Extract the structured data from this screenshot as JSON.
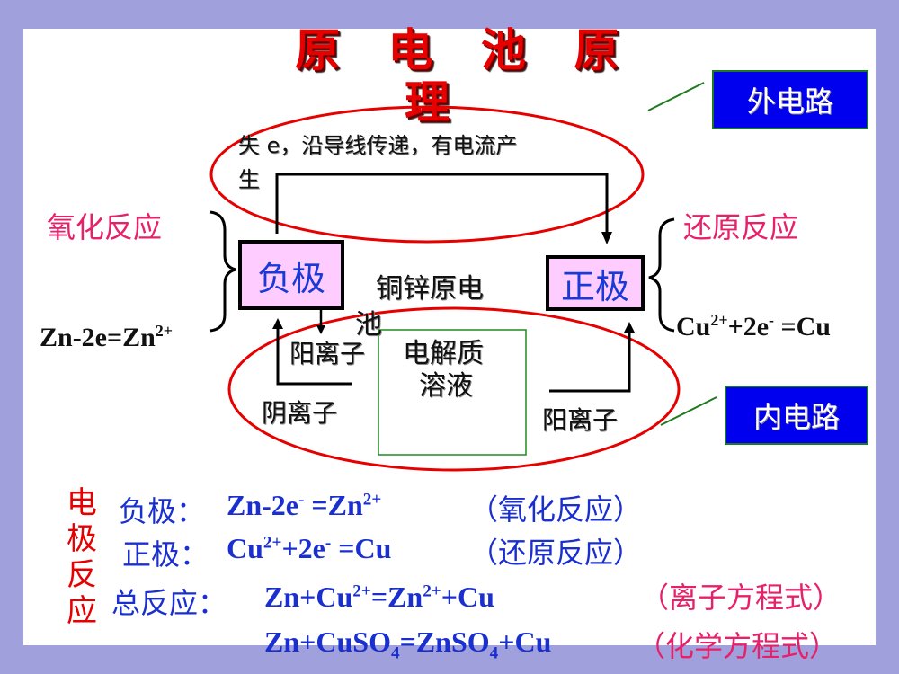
{
  "title": {
    "line1": "原 电 池 原",
    "line2": "理"
  },
  "external_note": {
    "line1": "失 e，沿导线传递，有电流产",
    "line2": "生"
  },
  "labels": {
    "external_circuit": "外电路",
    "internal_circuit": "内电路",
    "oxidation": "氧化反应",
    "reduction": "还原反应",
    "negative_electrode": "负极",
    "positive_electrode": "正极",
    "cell_name_line1": "铜锌原电",
    "cell_name_line2": "池",
    "electrolyte_line1": "电解质",
    "electrolyte_line2": "溶液",
    "cation_left": "阳离子",
    "anion_left": "阴离子",
    "cation_right": "阳离子"
  },
  "half_reactions": {
    "anode": {
      "base": "Zn-2e=Zn",
      "sup": "2+"
    },
    "cathode": {
      "pre": "Cu",
      "sup1": "2+",
      "mid": "+2e",
      "sup2": "-",
      "post": " =Cu"
    }
  },
  "summary": {
    "side_label": [
      "电",
      "极",
      "反",
      "应"
    ],
    "rows": [
      {
        "label": "负极：",
        "eq_a": "Zn-2e",
        "sup_a": "-",
        "eq_b": " =Zn",
        "sup_b": "2+",
        "note": "（氧化反应）"
      },
      {
        "label": "正极：",
        "eq_a": "Cu",
        "sup_a": "2+",
        "eq_b": "+2e",
        "sup_b": "-",
        "eq_c": " =Cu",
        "note": "（还原反应）"
      },
      {
        "label": "总反应：",
        "eq_a": "Zn+Cu",
        "sup_a": "2+",
        "eq_b": "=Zn",
        "sup_b": "2+",
        "eq_c": "+Cu",
        "note": "（离子方程式）"
      },
      {
        "eq_a": "Zn+CuSO",
        "sub_a": "4",
        "eq_b": "=ZnSO",
        "sub_b": "4",
        "eq_c": "+Cu",
        "note": "（化学方程式）"
      }
    ]
  },
  "colors": {
    "background": "#a0a0dc",
    "title": "#e60000",
    "ellipse": "#e60000",
    "tag_fill": "#0000ee",
    "electrode_fill": "#ffccff",
    "blue_text": "#1a2fd0",
    "pink_text": "#e8206a"
  }
}
